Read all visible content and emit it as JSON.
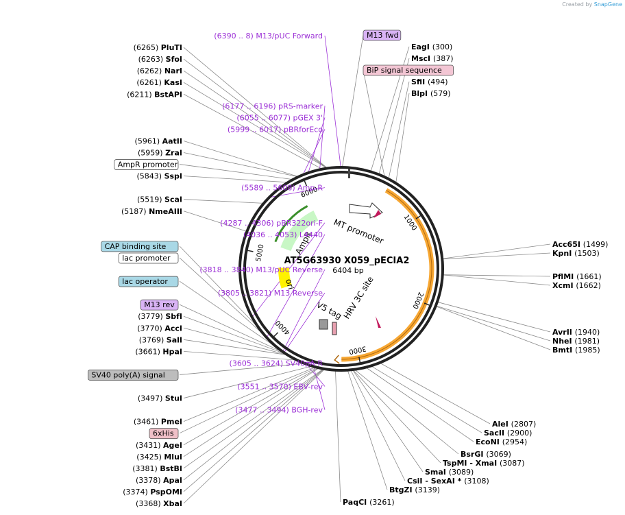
{
  "watermark": {
    "prefix": "Created by",
    "brand": "SnapGene"
  },
  "plasmid": {
    "name": "AT5G63930 X059_pECIA2",
    "length": "6404 bp",
    "total": 6404
  },
  "ticks": [
    {
      "bp": 1000,
      "label": "1000"
    },
    {
      "bp": 2000,
      "label": "2000"
    },
    {
      "bp": 3000,
      "label": "3000"
    },
    {
      "bp": 4000,
      "label": "4000"
    },
    {
      "bp": 5000,
      "label": "5000"
    },
    {
      "bp": 6000,
      "label": "6000"
    }
  ],
  "features": [
    {
      "name": "HRV 3C site ORF",
      "start": 530,
      "end": 3200,
      "color": "#f7a733",
      "type": "arc"
    },
    {
      "name": "AmpR",
      "start": 5050,
      "end": 5900,
      "color": "#c8f7c5",
      "type": "arrow"
    },
    {
      "name": "ori",
      "start": 4450,
      "end": 4750,
      "color": "#fff200",
      "type": "arrow"
    },
    {
      "name": "MT promoter",
      "start": 60,
      "end": 340,
      "color": "#ffffff",
      "type": "arrow"
    }
  ],
  "inner_labels": [
    {
      "text": "MT promoter",
      "color": "#000000"
    },
    {
      "text": "AmpR",
      "color": "#000000"
    },
    {
      "text": "ori",
      "color": "#000000"
    },
    {
      "text": "V5 tag",
      "color": "#000000"
    },
    {
      "text": "HRV 3C site",
      "color": "#000000"
    }
  ],
  "left_labels": [
    {
      "pos": "(6390 .. 8)",
      "name": "M13/pUC Forward",
      "kind": "primer",
      "bp": 6399
    },
    {
      "pos": "(6265)",
      "name": "PluTI",
      "kind": "enzyme",
      "bp": 6265
    },
    {
      "pos": "(6263)",
      "name": "SfoI",
      "kind": "enzyme",
      "bp": 6263
    },
    {
      "pos": "(6262)",
      "name": "NarI",
      "kind": "enzyme",
      "bp": 6262
    },
    {
      "pos": "(6261)",
      "name": "KasI",
      "kind": "enzyme",
      "bp": 6261
    },
    {
      "pos": "(6211)",
      "name": "BstAPI",
      "kind": "enzyme",
      "bp": 6211
    },
    {
      "pos": "(6177 .. 6196)",
      "name": "pRS-marker",
      "kind": "primer",
      "bp": 6186
    },
    {
      "pos": "(6055 .. 6077)",
      "name": "pGEX 3'",
      "kind": "primer",
      "bp": 6066
    },
    {
      "pos": "(5999 .. 6017)",
      "name": "pBRforEco",
      "kind": "primer",
      "bp": 6008
    },
    {
      "pos": "(5961)",
      "name": "AatII",
      "kind": "enzyme",
      "bp": 5961
    },
    {
      "pos": "(5959)",
      "name": "ZraI",
      "kind": "enzyme",
      "bp": 5959
    },
    {
      "pos": "",
      "name": "AmpR promoter",
      "kind": "feature",
      "bp": 5900
    },
    {
      "pos": "(5843)",
      "name": "SspI",
      "kind": "enzyme",
      "bp": 5843
    },
    {
      "pos": "(5589 .. 5608)",
      "name": "Amp-R",
      "kind": "primer",
      "bp": 5598
    },
    {
      "pos": "(5519)",
      "name": "ScaI",
      "kind": "enzyme",
      "bp": 5519
    },
    {
      "pos": "(5187)",
      "name": "NmeAIII",
      "kind": "enzyme",
      "bp": 5187
    },
    {
      "pos": "(4287 .. 4306)",
      "name": "pBR322ori-F",
      "kind": "primer",
      "bp": 4296
    },
    {
      "pos": "(4036 .. 4053)",
      "name": "L4440",
      "kind": "primer",
      "bp": 4044
    },
    {
      "pos": "",
      "name": "CAP binding site",
      "kind": "feature",
      "bp": 3880
    },
    {
      "pos": "",
      "name": "lac promoter",
      "kind": "feature",
      "bp": 3860
    },
    {
      "pos": "(3818 .. 3840)",
      "name": "M13/pUC Reverse",
      "kind": "primer",
      "bp": 3829
    },
    {
      "pos": "",
      "name": "lac operator",
      "kind": "feature",
      "bp": 3815
    },
    {
      "pos": "(3805 .. 3821)",
      "name": "M13 Reverse",
      "kind": "primer",
      "bp": 3813
    },
    {
      "pos": "",
      "name": "M13 rev",
      "kind": "feature",
      "bp": 3805
    },
    {
      "pos": "(3779)",
      "name": "SbfI",
      "kind": "enzyme",
      "bp": 3779
    },
    {
      "pos": "(3770)",
      "name": "AccI",
      "kind": "enzyme",
      "bp": 3770
    },
    {
      "pos": "(3769)",
      "name": "SalI",
      "kind": "enzyme",
      "bp": 3769
    },
    {
      "pos": "(3661)",
      "name": "HpaI",
      "kind": "enzyme",
      "bp": 3661
    },
    {
      "pos": "(3605 .. 3624)",
      "name": "SV40pA-R",
      "kind": "primer",
      "bp": 3614
    },
    {
      "pos": "",
      "name": "SV40 poly(A) signal",
      "kind": "feature",
      "bp": 3580
    },
    {
      "pos": "(3551 .. 3570)",
      "name": "EBV-rev",
      "kind": "primer",
      "bp": 3560
    },
    {
      "pos": "(3497)",
      "name": "StuI",
      "kind": "enzyme",
      "bp": 3497
    },
    {
      "pos": "(3477 .. 3494)",
      "name": "BGH-rev",
      "kind": "primer",
      "bp": 3485
    },
    {
      "pos": "(3461)",
      "name": "PmeI",
      "kind": "enzyme",
      "bp": 3461
    },
    {
      "pos": "",
      "name": "6xHis",
      "kind": "feature",
      "bp": 3445
    },
    {
      "pos": "(3431)",
      "name": "AgeI",
      "kind": "enzyme",
      "bp": 3431
    },
    {
      "pos": "(3425)",
      "name": "MluI",
      "kind": "enzyme",
      "bp": 3425
    },
    {
      "pos": "(3381)",
      "name": "BstBI",
      "kind": "enzyme",
      "bp": 3381
    },
    {
      "pos": "(3378)",
      "name": "ApaI",
      "kind": "enzyme",
      "bp": 3378
    },
    {
      "pos": "(3374)",
      "name": "PspOMI",
      "kind": "enzyme",
      "bp": 3374
    },
    {
      "pos": "(3368)",
      "name": "XbaI",
      "kind": "enzyme",
      "bp": 3368
    }
  ],
  "right_labels": [
    {
      "pos": "",
      "name": "M13 fwd",
      "kind": "feature",
      "bp": 10
    },
    {
      "pos": "(300)",
      "name": "EagI",
      "kind": "enzyme",
      "bp": 300
    },
    {
      "pos": "(387)",
      "name": "MscI",
      "kind": "enzyme",
      "bp": 387
    },
    {
      "pos": "",
      "name": "BiP signal sequence",
      "kind": "feature",
      "bp": 450
    },
    {
      "pos": "(494)",
      "name": "SfiI",
      "kind": "enzyme",
      "bp": 494
    },
    {
      "pos": "(579)",
      "name": "BlpI",
      "kind": "enzyme",
      "bp": 579
    },
    {
      "pos": "(1499)",
      "name": "Acc65I",
      "kind": "enzyme",
      "bp": 1499
    },
    {
      "pos": "(1503)",
      "name": "KpnI",
      "kind": "enzyme",
      "bp": 1503
    },
    {
      "pos": "(1661)",
      "name": "PflMI",
      "kind": "enzyme",
      "bp": 1661
    },
    {
      "pos": "(1662)",
      "name": "XcmI",
      "kind": "enzyme",
      "bp": 1662
    },
    {
      "pos": "(1940)",
      "name": "AvrII",
      "kind": "enzyme",
      "bp": 1940
    },
    {
      "pos": "(1981)",
      "name": "NheI",
      "kind": "enzyme",
      "bp": 1981
    },
    {
      "pos": "(1985)",
      "name": "BmtI",
      "kind": "enzyme",
      "bp": 1985
    },
    {
      "pos": "(2807)",
      "name": "AleI",
      "kind": "enzyme",
      "bp": 2807
    },
    {
      "pos": "(2900)",
      "name": "SacII",
      "kind": "enzyme",
      "bp": 2900
    },
    {
      "pos": "(2954)",
      "name": "EcoNI",
      "kind": "enzyme",
      "bp": 2954
    },
    {
      "pos": "(3069)",
      "name": "BsrGI",
      "kind": "enzyme",
      "bp": 3069
    },
    {
      "pos": "(3087)",
      "name": "TspMI  - XmaI",
      "kind": "enzyme",
      "bp": 3087
    },
    {
      "pos": "(3089)",
      "name": "SmaI",
      "kind": "enzyme",
      "bp": 3089
    },
    {
      "pos": "(3108)",
      "name": "CsiI  - SexAI *",
      "kind": "enzyme",
      "bp": 3108
    },
    {
      "pos": "(3139)",
      "name": "BtgZI",
      "kind": "enzyme",
      "bp": 3139
    },
    {
      "pos": "(3261)",
      "name": "PaqCI",
      "kind": "enzyme",
      "bp": 3261
    }
  ],
  "feature_colors": {
    "M13 fwd": "#d9b3f5",
    "M13 rev": "#d9b3f5",
    "BiP signal sequence": "#f3c6d4",
    "6xHis": "#f0c0c8",
    "CAP binding site": "#a9d8e6",
    "lac operator": "#a9d8e6",
    "lac promoter": "#ffffff",
    "AmpR promoter": "#ffffff",
    "SV40 poly(A) signal": "#bdbdbd"
  },
  "colors": {
    "primer": "#9b2fd6",
    "ring": "#222222",
    "line": "#8a8a8a"
  }
}
